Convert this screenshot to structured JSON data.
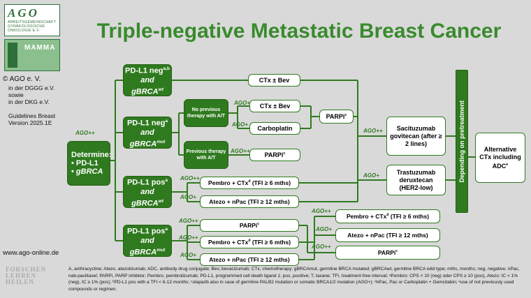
{
  "title": "Triple-negative Metastatic Breast Cancer",
  "logo": {
    "brand": "AGO",
    "sub": "ARBEITSGEMEINSCHAFT GYNÄKOLOGISCHE ONKOLOGIE E.V.",
    "mamma": "MAMMA"
  },
  "sidebar": {
    "ago_ev": "© AGO e. V.",
    "dggg": "in der DGGG e.V.",
    "sowie": "sowie",
    "dkg": "in der DKG e.V.",
    "guidelines": "Guidelines Breast",
    "version": "Version 2025.1E",
    "url": "www.ago-online.de",
    "forschen": [
      "FORSCHEN",
      "LEHREN",
      "HEILEN"
    ]
  },
  "nodes": {
    "determine_title": "Determine:",
    "determine_item1": "PD-L1",
    "determine_item2": "gBRCA",
    "pdl1_neg_wt": {
      "line1": "PD-L1 neg",
      "sup": "a,b",
      "and": "and",
      "gbrca": "gBRCA",
      "gsup": "wt"
    },
    "pdl1_neg_mut": {
      "line1": "PD-L1 neg",
      "sup": "a",
      "and": "and",
      "gbrca": "gBRCA",
      "gsup": "mut"
    },
    "pdl1_pos_wt": {
      "line1": "PD-L1 pos",
      "sup": "a",
      "and": "and",
      "gbrca": "gBRCA",
      "gsup": "wt"
    },
    "pdl1_pos_mut": {
      "line1": "PD-L1 pos",
      "sup": "a",
      "and": "and",
      "gbrca": "gBRCA",
      "gsup": "mut"
    },
    "no_prev_therapy": "No previous therapy with A/T",
    "prev_therapy": "Previous therapy with A/T",
    "ctx_bev_1": "CTx ± Bev",
    "ctx_bev_2": "CTx ± Bev",
    "carboplatin": "Carboplatin",
    "parpi_1": "PARPi",
    "parpi_2": "PARPi",
    "parpi_3": "PARPi",
    "parpi_4": "PARPi",
    "parpi_sup": "c",
    "pembro_1": "Pembro + CTx",
    "pembro_1_tail": " (TFI ≥ 6 mths)",
    "atezo_1": "Atezo + nPac (TFI ≥ 12 mths)",
    "pembro_2": "Pembro + CTx",
    "pembro_2_tail": " (TFI ≥ 6 mths)",
    "atezo_2": "Atezo + nPac (TFI ≥ 12 mths)",
    "pembro_3": "Pembro + CTx",
    "pembro_3_tail": " (TFI ≥ 6 mths)",
    "atezo_3": "Atezo + nPac (TFI ≥ 12 mths)",
    "pembro_sup": "d",
    "sacituzumab": "Sacituzumab govitecan (after ≥ 2 lines)",
    "trastuzumab": "Trastuzumab deruxtecan (HER2-low)",
    "depending": "Depending on pretreatment",
    "alternative": "Alternative CTx including ADC",
    "alternative_sup": "e"
  },
  "tags": {
    "agopp": "AGO++",
    "agop": "AGO+"
  },
  "footnote": "A, anthracycline; Atezo, atezolizumab; ADC, antibody drug conjugate; Bev, bevacizumab; CTx, chemotherapy; gBRCAmut, germline BRCA mutated; gBRCAwt, germline BRCA wild type; mths, months; neg, negative; nPac, nab-paclitaxel; PARPi, PARP inhibitor; Pembro, pembrolizumab; PD-L1, programmed cell death ligand 1; pos, positive; T, taxane; TFI, treatment-free interval; ᵃPembro: CPS < 10 (neg) oder CPS ≥ 10 (pos), Atezo: IC < 1% (neg), IC ≥ 1% (pos); ᵇPD-L1 pos with a TFI < 6-12 months; ᶜolaparib also in case of germline PALB2 mutation or somatic BRCA1/2 mutation (AGO+); ᵈnPac, Pac or Carboplatin + Gemcitabin; ᵉuse of not previously used compounds or regimen."
}
